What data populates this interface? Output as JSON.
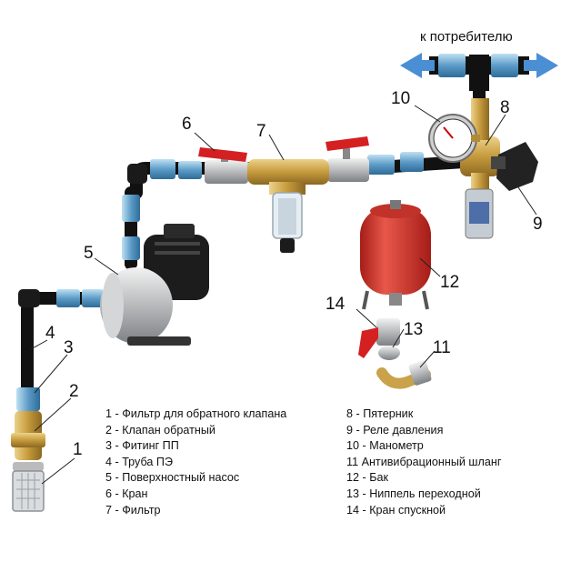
{
  "top_label": "к потребителю",
  "numbers": [
    "1",
    "2",
    "3",
    "4",
    "5",
    "6",
    "7",
    "8",
    "9",
    "10",
    "11",
    "12",
    "13",
    "14"
  ],
  "legend_left": [
    "1 - Фильтр для обратного клапана",
    "2 - Клапан  обратный",
    "3 - Фитинг ПП",
    "4 - Труба ПЭ",
    "5 - Поверхностный насос",
    "6 - Кран",
    "7 - Фильтр"
  ],
  "legend_right": [
    "8 - Пятерник",
    "9 - Реле давления",
    "10 - Манометр",
    "11 Антивибрационный шланг",
    "12 - Бак",
    "13 - Ниппель переходной",
    "14 - Кран спускной"
  ],
  "colors": {
    "pipe": "#111111",
    "fitting": "#6fa8cf",
    "brass": "#c9a24a",
    "valve_handle": "#d42020",
    "tank": "#d83a2f",
    "arrow": "#4a8fd4",
    "steel": "#b9bcc0"
  },
  "icons": [
    "arrow-left-icon",
    "arrow-right-icon"
  ]
}
